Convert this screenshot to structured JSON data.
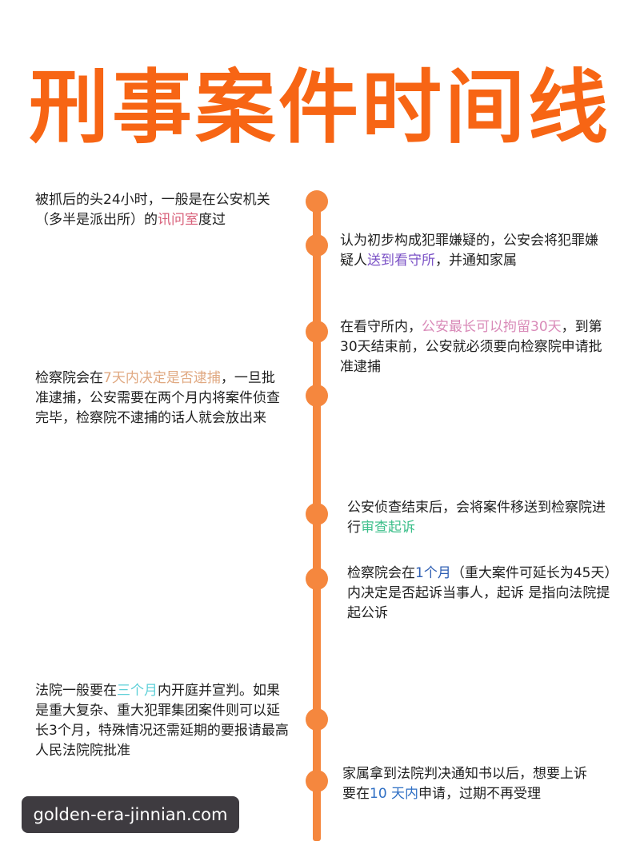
{
  "title": "刑事案件时间线",
  "colors": {
    "title": "#f76514",
    "timeline": "#f5873e"
  },
  "events": [
    {
      "side": "left",
      "pre": "被抓后的头24小时，一般是在公安机关（多半是派出所）的",
      "highlight": "讯问室",
      "post": "度过",
      "highlight_color": "#d8607a"
    },
    {
      "side": "right",
      "pre": "认为初步构成犯罪嫌疑的，公安会将犯罪嫌疑人",
      "highlight": "送到看守所",
      "post": "，并通知家属",
      "highlight_color": "#7b52c6"
    },
    {
      "side": "right",
      "pre": "在看守所内，",
      "highlight": "公安最长可以拘留30天",
      "post": "，到第30天结束前，公安就必须要向检察院申请批准逮捕",
      "highlight_color": "#d98ab8"
    },
    {
      "side": "left",
      "pre": "检察院会在",
      "highlight": "7天内决定是否逮捕",
      "post": "，一旦批准逮捕，公安需要在两个月内将案件侦查完毕，检察院不逮捕的话人就会放出来",
      "highlight_color": "#e0a982"
    },
    {
      "side": "right",
      "pre": "公安侦查结束后，会将案件移送到检察院进行",
      "highlight": "审查起诉",
      "post": "",
      "highlight_color": "#3cbf8a"
    },
    {
      "side": "right",
      "pre": "检察院会在",
      "highlight": "1个月",
      "post": "（重大案件可延长为45天）内决定是否起诉当事人，起诉 是指向法院提起公诉",
      "highlight_color": "#2f5fb3"
    },
    {
      "side": "left",
      "pre": "法院一般要在",
      "highlight": "三个月",
      "post": "内开庭并宣判。如果是重大复杂、重大犯罪集团案件则可以延长3个月，特殊情况还需延期的要报请最高人民法院院批准",
      "highlight_color": "#5fd0d8"
    },
    {
      "side": "right",
      "pre": "家属拿到法院判决通知书以后，想要上诉要在",
      "highlight": "10 天内",
      "post": "申请，过期不再受理",
      "highlight_color": "#2f6fc4"
    }
  ],
  "watermark": "golden-era-jinnian.com"
}
